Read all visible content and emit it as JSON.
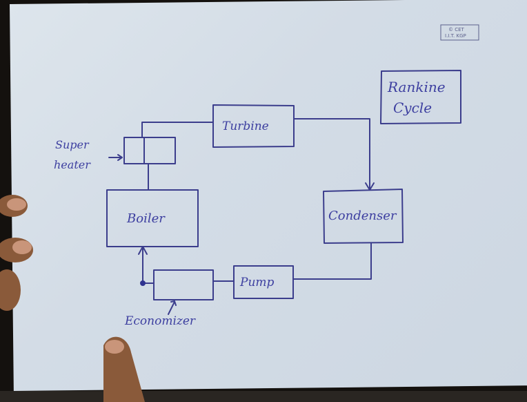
{
  "stamp": {
    "line1": "© CET",
    "line2": "I.I.T. KGP"
  },
  "title": {
    "line1": "Rankine",
    "line2": "Cycle"
  },
  "labels": {
    "turbine": "Turbine",
    "boiler": "Boiler",
    "condenser": "Condenser",
    "pump": "Pump",
    "superheater_line1": "Super",
    "superheater_line2": "heater",
    "economizer": "Economizer"
  },
  "colors": {
    "ink": "#3b3d8c",
    "paper": "#d6dfe8",
    "background": "#14110e"
  }
}
